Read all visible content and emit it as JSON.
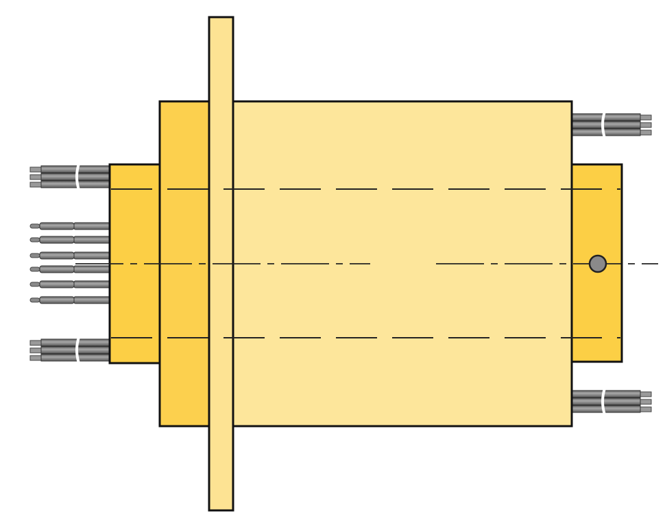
{
  "diagram": {
    "subject": "slip-ring",
    "colors": {
      "body_light": "#fde69b",
      "body_dark": "#fccf45",
      "outline": "#111111",
      "wire": "#7a7a7a",
      "wire_highlight": "#a8a8a8"
    },
    "left_single_pin_count": 6,
    "left_bundles": 2,
    "right_bundles": 2
  }
}
